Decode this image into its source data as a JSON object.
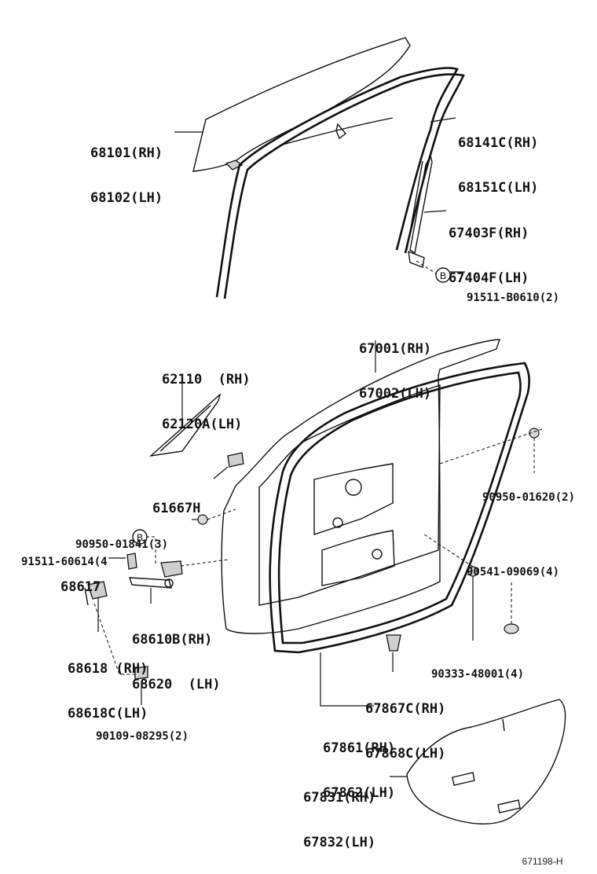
{
  "parts": {
    "glass_rh": "68101(RH)",
    "glass_lh": "68102(LH)",
    "run_rh": "68141C(RH)",
    "run_lh": "68151C(LH)",
    "frame_rh": "67403F(RH)",
    "frame_lh": "67404F(LH)",
    "screw_b": "91511-B0610(2)",
    "door_rh": "67001(RH)",
    "door_lh": "67002(LH)",
    "mirror_rh": "62110  (RH)",
    "mirror_lh": "62120A(LH)",
    "bracket": "61667H",
    "plug_upper": "90950-01620(2)",
    "plug_left": "90950-01841(3)",
    "bolt_b": "91511-60614(4",
    "pin": "68617",
    "check_rh": "68610B(RH)",
    "check_lh": "68620  (LH)",
    "hinge_rh": "68618 (RH)",
    "hinge_lh": "68618C(LH)",
    "bolt_lower": "90109-08295(2)",
    "clip_right": "90541-09069(4)",
    "plug_right": "90333-48001(4)",
    "clip_rh": "67867C(RH)",
    "clip_lh": "67868C(LH)",
    "weatherstrip_rh": "67861(RH)",
    "weatherstrip_lh": "67862(LH)",
    "cover_rh": "67831(RH)",
    "cover_lh": "67832(LH)"
  },
  "markers": {
    "circle_b": "B"
  },
  "reference": "671198-H"
}
